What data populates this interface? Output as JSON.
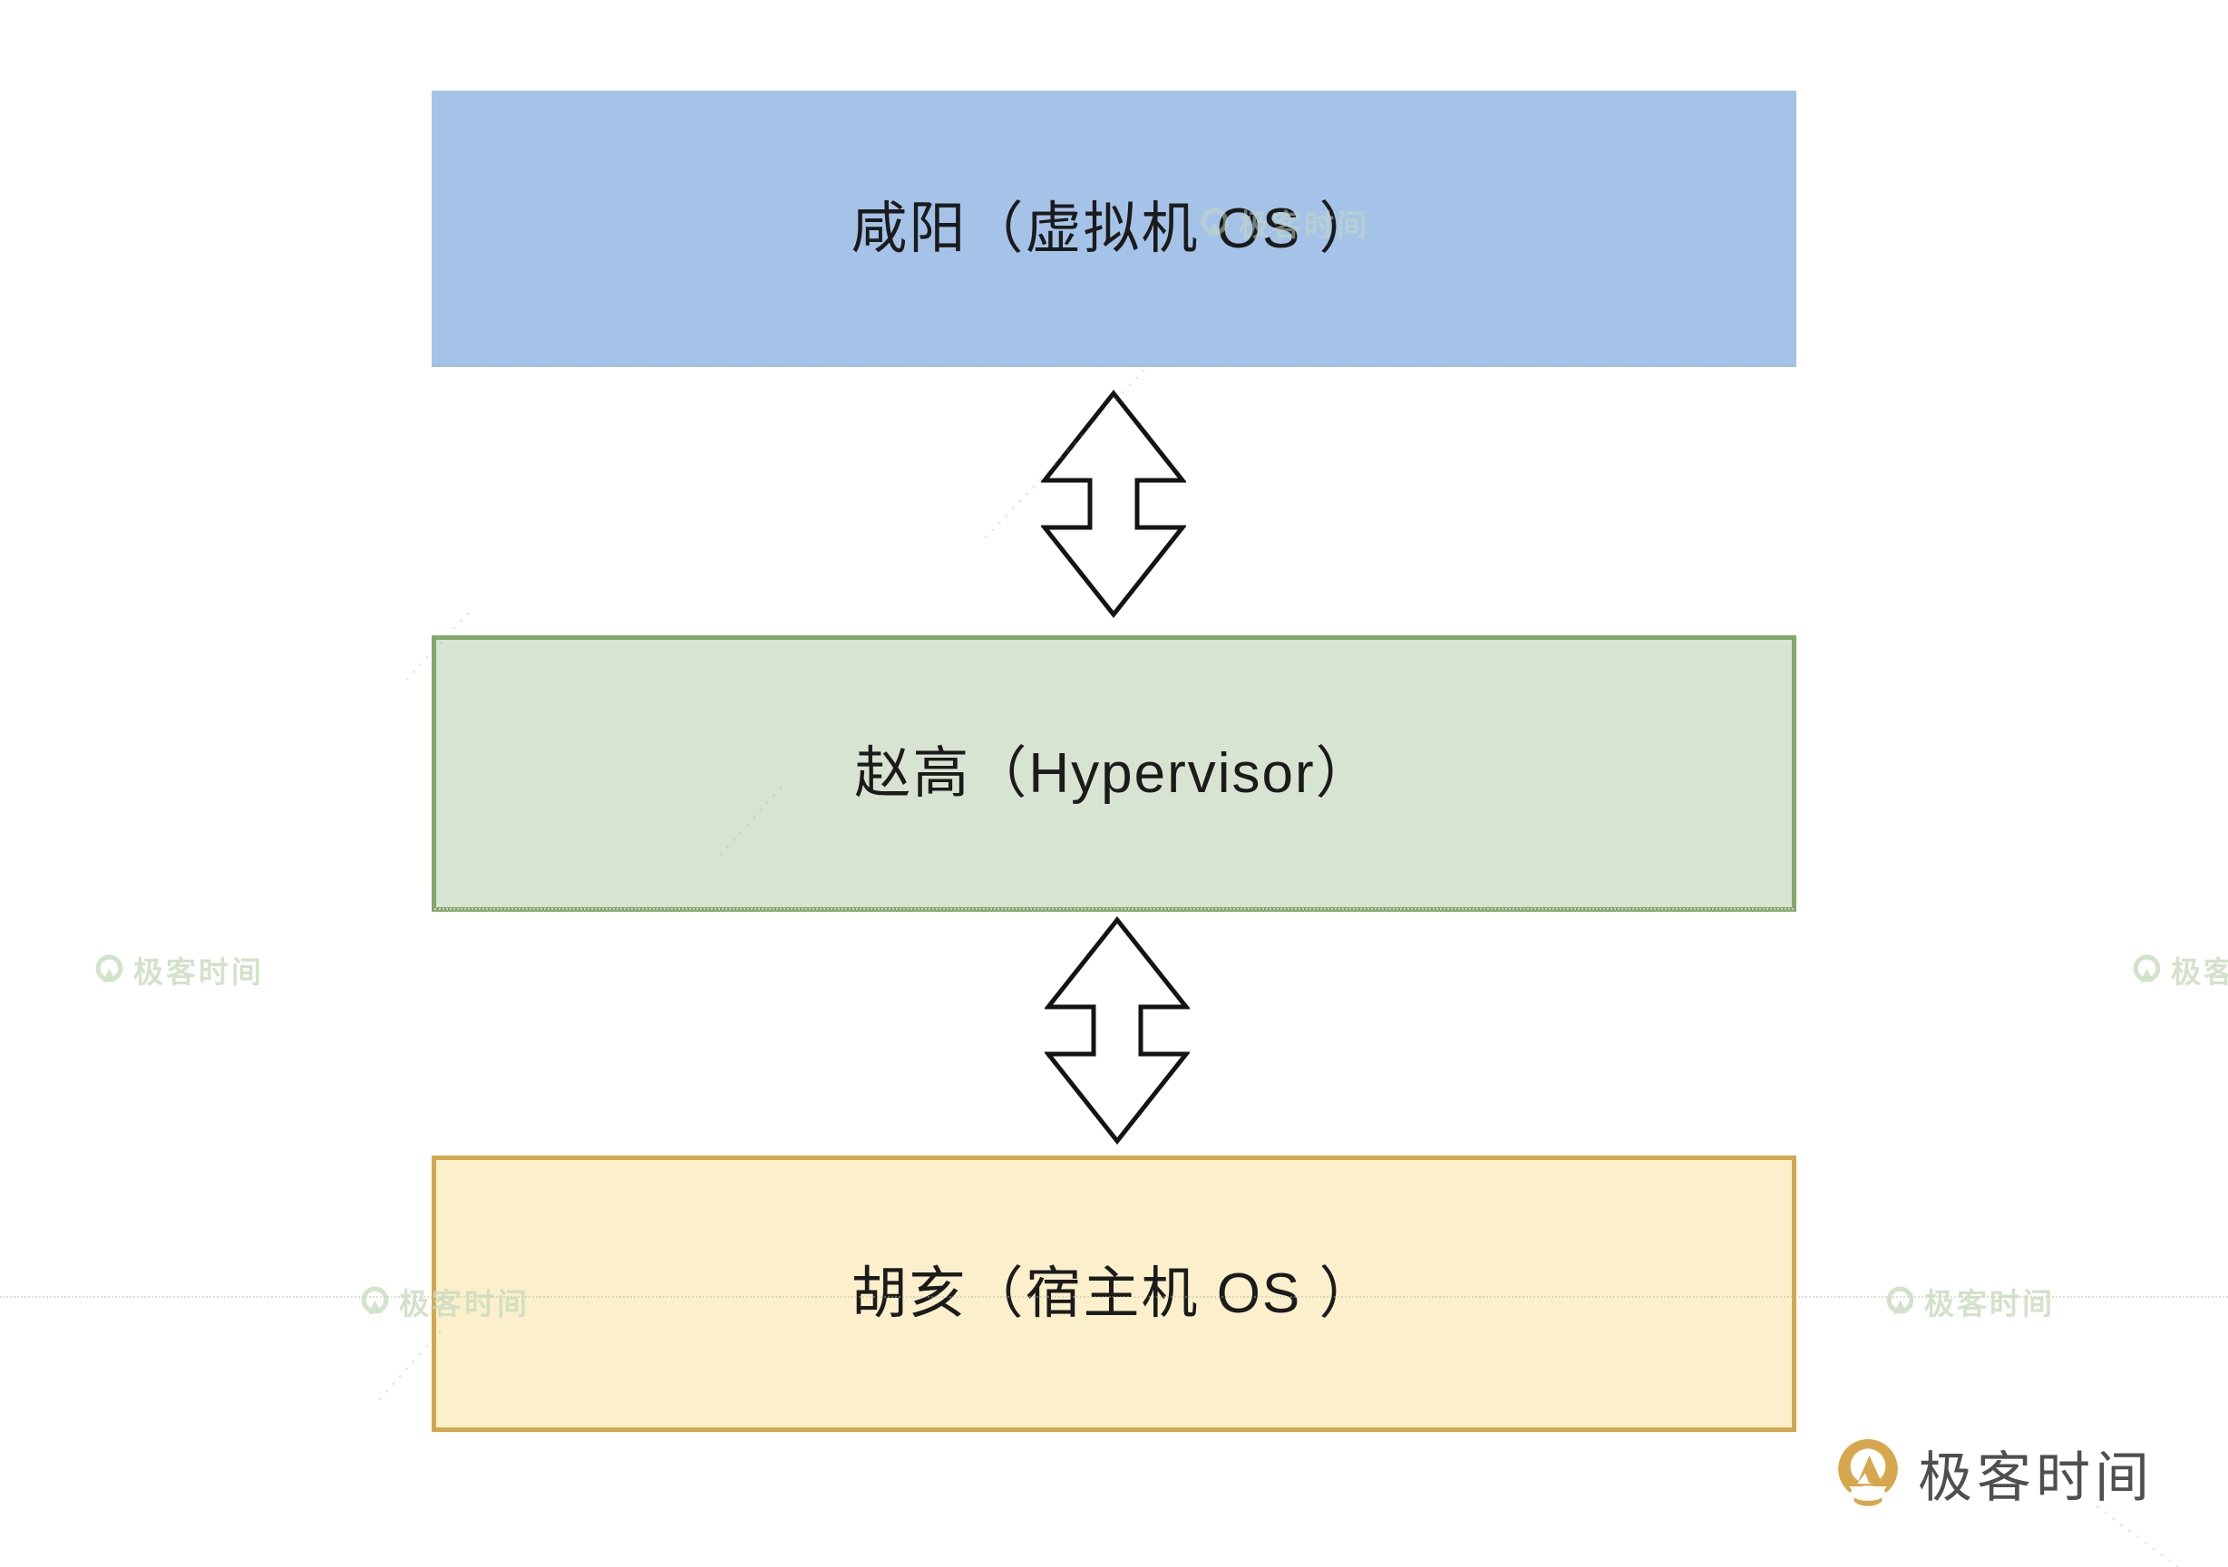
{
  "page": {
    "background": "#ffffff"
  },
  "diagram": {
    "layers": [
      {
        "id": "vm-os",
        "label": "咸阳（虚拟机 OS ）",
        "fill": "#a5c3e8",
        "border": "#a5c3e8"
      },
      {
        "id": "hypervisor",
        "label": "赵高（Hypervisor）",
        "fill": "#d8e4d2",
        "border": "#84a76a"
      },
      {
        "id": "host-os",
        "label": "胡亥（宿主机 OS ）",
        "fill": "#fcf0cc",
        "border": "#d2a74f"
      }
    ],
    "label_color": "#1b1b1b",
    "connectors": [
      {
        "icon": "double-arrow-vertical",
        "fill": "#ffffff",
        "stroke": "#141414"
      },
      {
        "icon": "double-arrow-vertical",
        "fill": "#ffffff",
        "stroke": "#141414"
      }
    ]
  },
  "watermark": {
    "text": "极客时间",
    "icon": "geektime-logo",
    "color": "#c9dcbe"
  },
  "brand": {
    "name": "极客时间",
    "icon": "geektime-logo",
    "text_color": "#4f4f4f",
    "logo_color": "#d7a74e"
  }
}
